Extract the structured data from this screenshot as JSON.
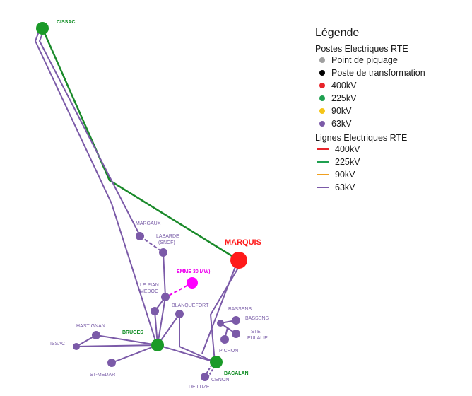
{
  "colors": {
    "v400": "#e8242a",
    "v225": "#1a9a28",
    "v225_line": "#1fa050",
    "v90": "#f5c518",
    "v63": "#7b5aa8",
    "piquage": "#a0a0a0",
    "transformation": "#000000",
    "magenta": "#ff00ff",
    "marquis": "#ff1a1a"
  },
  "legend": {
    "title": "Légende",
    "postes_title": "Postes Electriques RTE",
    "postes": [
      {
        "label": "Point de piquage",
        "color": "#a0a0a0"
      },
      {
        "label": "Poste de transformation",
        "color": "#000000"
      },
      {
        "label": "400kV",
        "color": "#e8242a"
      },
      {
        "label": "225kV",
        "color": "#1fa050"
      },
      {
        "label": "90kV",
        "color": "#f5c518"
      },
      {
        "label": "63kV",
        "color": "#7b5aa8"
      }
    ],
    "lignes_title": "Lignes Electriques RTE",
    "lignes": [
      {
        "label": "400kV",
        "color": "#e8242a"
      },
      {
        "label": "225kV",
        "color": "#1fa050"
      },
      {
        "label": "90kV",
        "color": "#f0a020"
      },
      {
        "label": "63kV",
        "color": "#7b5aa8"
      }
    ]
  },
  "stations": {
    "cissac": "CISSAC",
    "marquis": "MARQUIS",
    "margaux": "MARGAUX",
    "labarde_1": "LABARDE",
    "labarde_2": "(SNCF)",
    "emme": "EMME 30 MW)",
    "le_pian_1": "LE PIAN",
    "le_pian_2": "MEDOC",
    "blanquefort": "BLANQUEFORT",
    "hastignan": "HASTIGNAN",
    "bruges": "BRUGES",
    "issac": "ISSAC",
    "st_medar": "ST-MEDAR",
    "bassens_1": "BASSENS",
    "bassens_2": "BASSENS",
    "ste_eulalie_1": "STE",
    "ste_eulalie_2": "EULALIE",
    "pichon": "PICHON",
    "bacalan": "BACALAN",
    "cenon": "CENON",
    "de_luze": "DE LUZE"
  }
}
